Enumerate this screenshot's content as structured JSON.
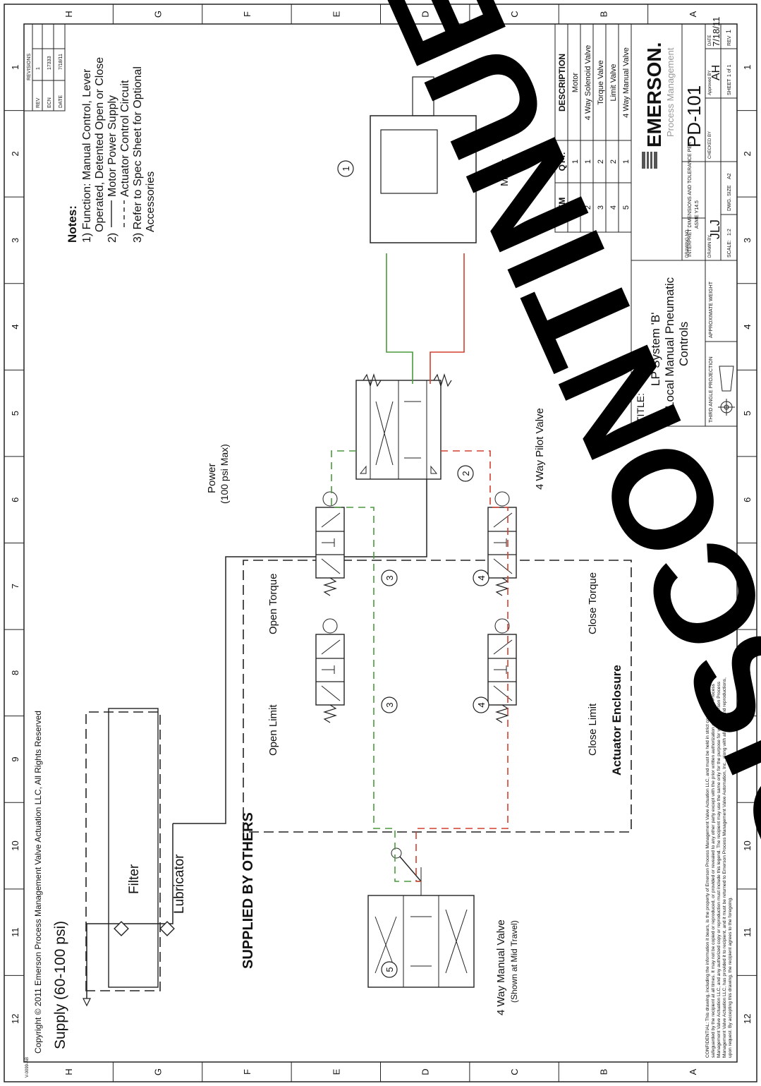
{
  "border": {
    "cols": [
      "12",
      "11",
      "10",
      "9",
      "8",
      "7",
      "6",
      "5",
      "4",
      "3",
      "2",
      "1"
    ],
    "rows": [
      "H",
      "G",
      "F",
      "E",
      "D",
      "C",
      "B",
      "A"
    ]
  },
  "copyright": "Copyright © 2011 Emerson Process Management Valve Actuation LLC, All Rights Reserved",
  "small_code": "V-0099-AB",
  "supply": "Supply (60-100 psi)",
  "filter": "Filter",
  "lubricator": "Lubricator",
  "supplied_by_others": "SUPPLIED BY OTHERS",
  "power": [
    "Power",
    "(100 psi Max)"
  ],
  "pilot_valve": "4 Way Pilot Valve",
  "motor": "Motor",
  "manual_valve": [
    "4 Way Manual Valve",
    "(Shown at Mid Travel)"
  ],
  "open_limit": "Open Limit",
  "open_torque": "Open Torque",
  "close_limit": "Close Limit",
  "close_torque": "Close Torque",
  "actuator_enclosure": "Actuator Enclosure",
  "balloons": [
    "1",
    "2",
    "3",
    "3",
    "4",
    "4",
    "5"
  ],
  "notes": {
    "title": "Notes:",
    "lines": [
      "1) Function: Manual Control, Lever",
      "Operated, Detented Open or Close",
      "2)",
      "Motor Power Supply",
      "Actuator Control Circuit",
      "3) Refer to Spec Sheet for Optional",
      "Accessories"
    ]
  },
  "revisions": {
    "title": "REVISIONS",
    "headers": [
      "REV",
      "ECN",
      "DATE"
    ],
    "row": [
      "1",
      "17333",
      "7/18/11"
    ]
  },
  "bom": {
    "headers": [
      "ITEM",
      "QTY.",
      "DESCRIPTION"
    ],
    "rows": [
      [
        "1",
        "1",
        "Motor"
      ],
      [
        "2",
        "1",
        "4 Way Solenoid Valve"
      ],
      [
        "3",
        "2",
        "Torque Valve"
      ],
      [
        "4",
        "2",
        "Limit Valve"
      ],
      [
        "5",
        "1",
        "4 Way Manual Valve"
      ]
    ]
  },
  "title_block": {
    "label": "TITLE:",
    "title": [
      "LP System 'B'",
      "Local Manual Pneumatic",
      "Controls"
    ],
    "company": "EMERSON.",
    "division": "Process Management",
    "interpret": [
      "INTERPRET DIMENSIONS AND TOLERANCE PER",
      "ASME Y14.5"
    ],
    "projection": "THIRD ANGLE PROJECTION",
    "approx_weight": "APPROXIMATE WEIGHT",
    "drawing_no_label": "DRAWING NO.",
    "drawing_no": "PD-101",
    "drawn_by_label": "DRAWN BY",
    "drawn_by": "JLJ",
    "checked_by_label": "CHECKED BY",
    "approved_by_label": "Approved BY",
    "approved_by": "AH",
    "date_label": "DATE",
    "date": "7/18/11",
    "scale_label": "SCALE:",
    "scale": "1:2",
    "dwg_size_label": "DWG. SIZE",
    "dwg_size": "A2",
    "sheet_label": "SHEET",
    "sheet": "1 of 1",
    "rev_label": "REV",
    "rev": "1"
  },
  "confidential": [
    "CONFIDENTIAL: This drawing, including the information it bears, is the property of Emerson Process Management Valve Actuation LLC, and must be held in strict confidence and properly",
    "safeguarded by the recipient at all times.  It may not be copied or reproduced, or provided or revealed to any other party except with the prior written authorization of Emerson Process",
    "Management Valve Actuation LLC, and any authorized copy or reproduction must include this legend.  The recipient may use the same only for the purpose for which Emerson Process",
    "Management Valve Actuation LLC, has provided it to recipient, and it must be returned to Emerson Process Management Valve Automation, Inc., along with all copies and reproductions,",
    "upon request.  By accepting this drawing, the recipient agrees to the foregoing."
  ],
  "watermark": "DISCONTINUED",
  "colors": {
    "green": "#4a9a3c",
    "red": "#d2402e",
    "line": "#222222"
  }
}
